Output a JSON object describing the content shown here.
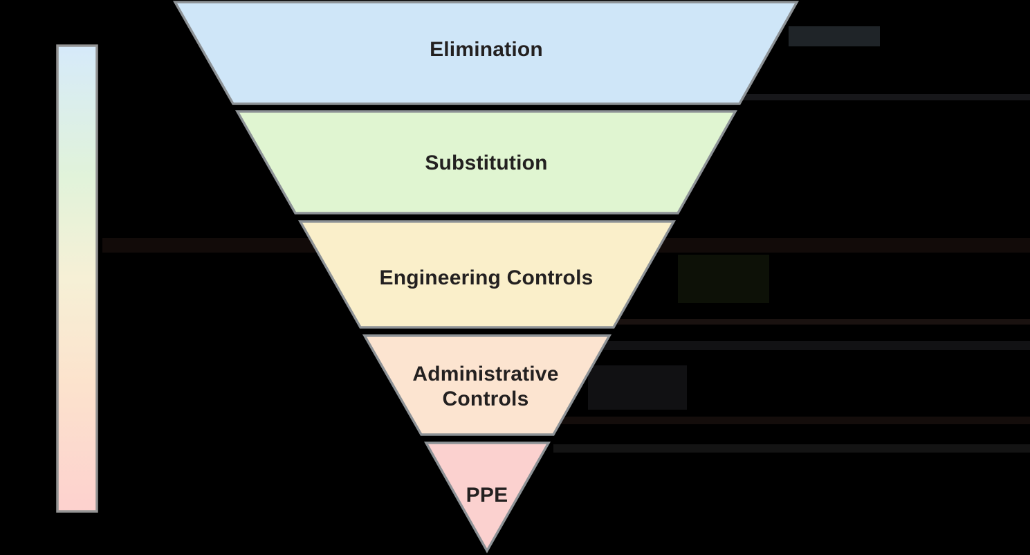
{
  "background_color": "#000000",
  "pyramid": {
    "levels": [
      {
        "label": "Elimination",
        "fill": "#cfe6f8"
      },
      {
        "label": "Substitution",
        "fill": "#e0f5d1"
      },
      {
        "label": "Engineering Controls",
        "fill": "#faefca"
      },
      {
        "label": "Administrative Controls",
        "fill": "#fce4d0"
      },
      {
        "label": "PPE",
        "fill": "#fbd1cf"
      }
    ],
    "outline_color": "#8d9296",
    "label_color": "#232020"
  },
  "effectiveness_bar": {
    "border_color": "#949494",
    "gradient_stops": [
      "#d6eafa",
      "#e1f3da",
      "#f6f0d6",
      "#fce3cd",
      "#fdd1ce"
    ]
  }
}
